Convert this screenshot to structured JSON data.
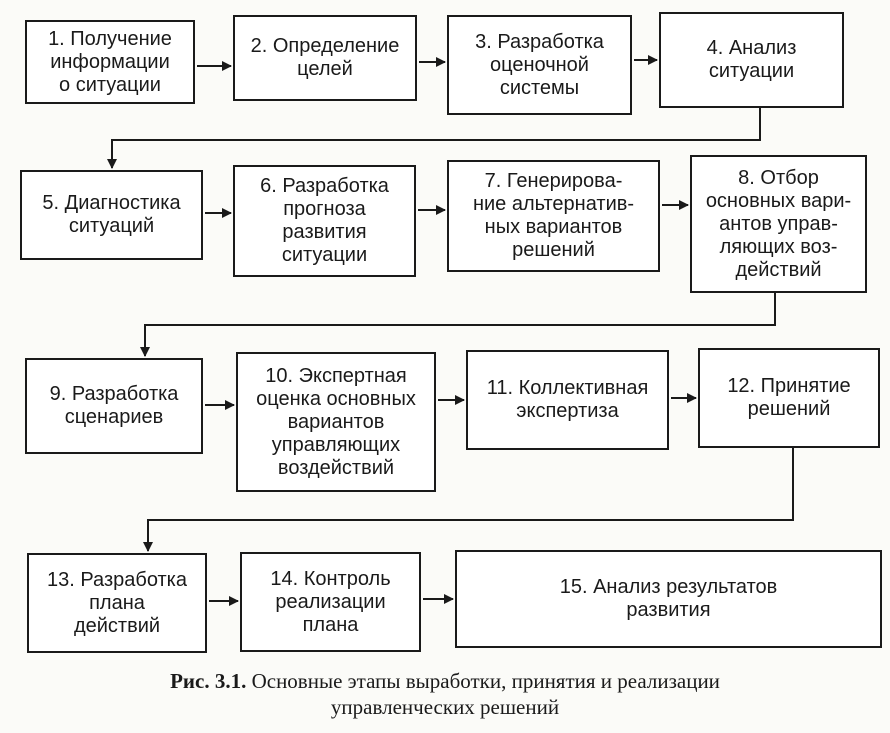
{
  "steps": [
    {
      "id": 1,
      "text": "1. Получение\nинформации\nо ситуации"
    },
    {
      "id": 2,
      "text": "2. Определение\nцелей"
    },
    {
      "id": 3,
      "text": "3. Разработка\nоценочной\nсистемы"
    },
    {
      "id": 4,
      "text": "4. Анализ\nситуации"
    },
    {
      "id": 5,
      "text": "5. Диагностика\nситуаций"
    },
    {
      "id": 6,
      "text": "6. Разработка\nпрогноза\nразвития\nситуации"
    },
    {
      "id": 7,
      "text": "7. Генерирова-\nние альтернатив-\nных вариантов\nрешений"
    },
    {
      "id": 8,
      "text": "8. Отбор\nосновных вари-\nантов управ-\nляющих воз-\nдействий"
    },
    {
      "id": 9,
      "text": "9. Разработка\nсценариев"
    },
    {
      "id": 10,
      "text": "10. Экспертная\nоценка основных\nвариантов\nуправляющих\nвоздействий"
    },
    {
      "id": 11,
      "text": "11. Коллективная\nэкспертиза"
    },
    {
      "id": 12,
      "text": "12. Принятие\nрешений"
    },
    {
      "id": 13,
      "text": "13. Разработка\nплана\nдействий"
    },
    {
      "id": 14,
      "text": "14. Контроль\nреализации\nплана"
    },
    {
      "id": 15,
      "text": "15. Анализ результатов\nразвития"
    }
  ],
  "caption": {
    "label": "Рис. 3.1.",
    "text": " Основные этапы выработки, принятия и реализации",
    "text_line2": "управленческих решений"
  }
}
